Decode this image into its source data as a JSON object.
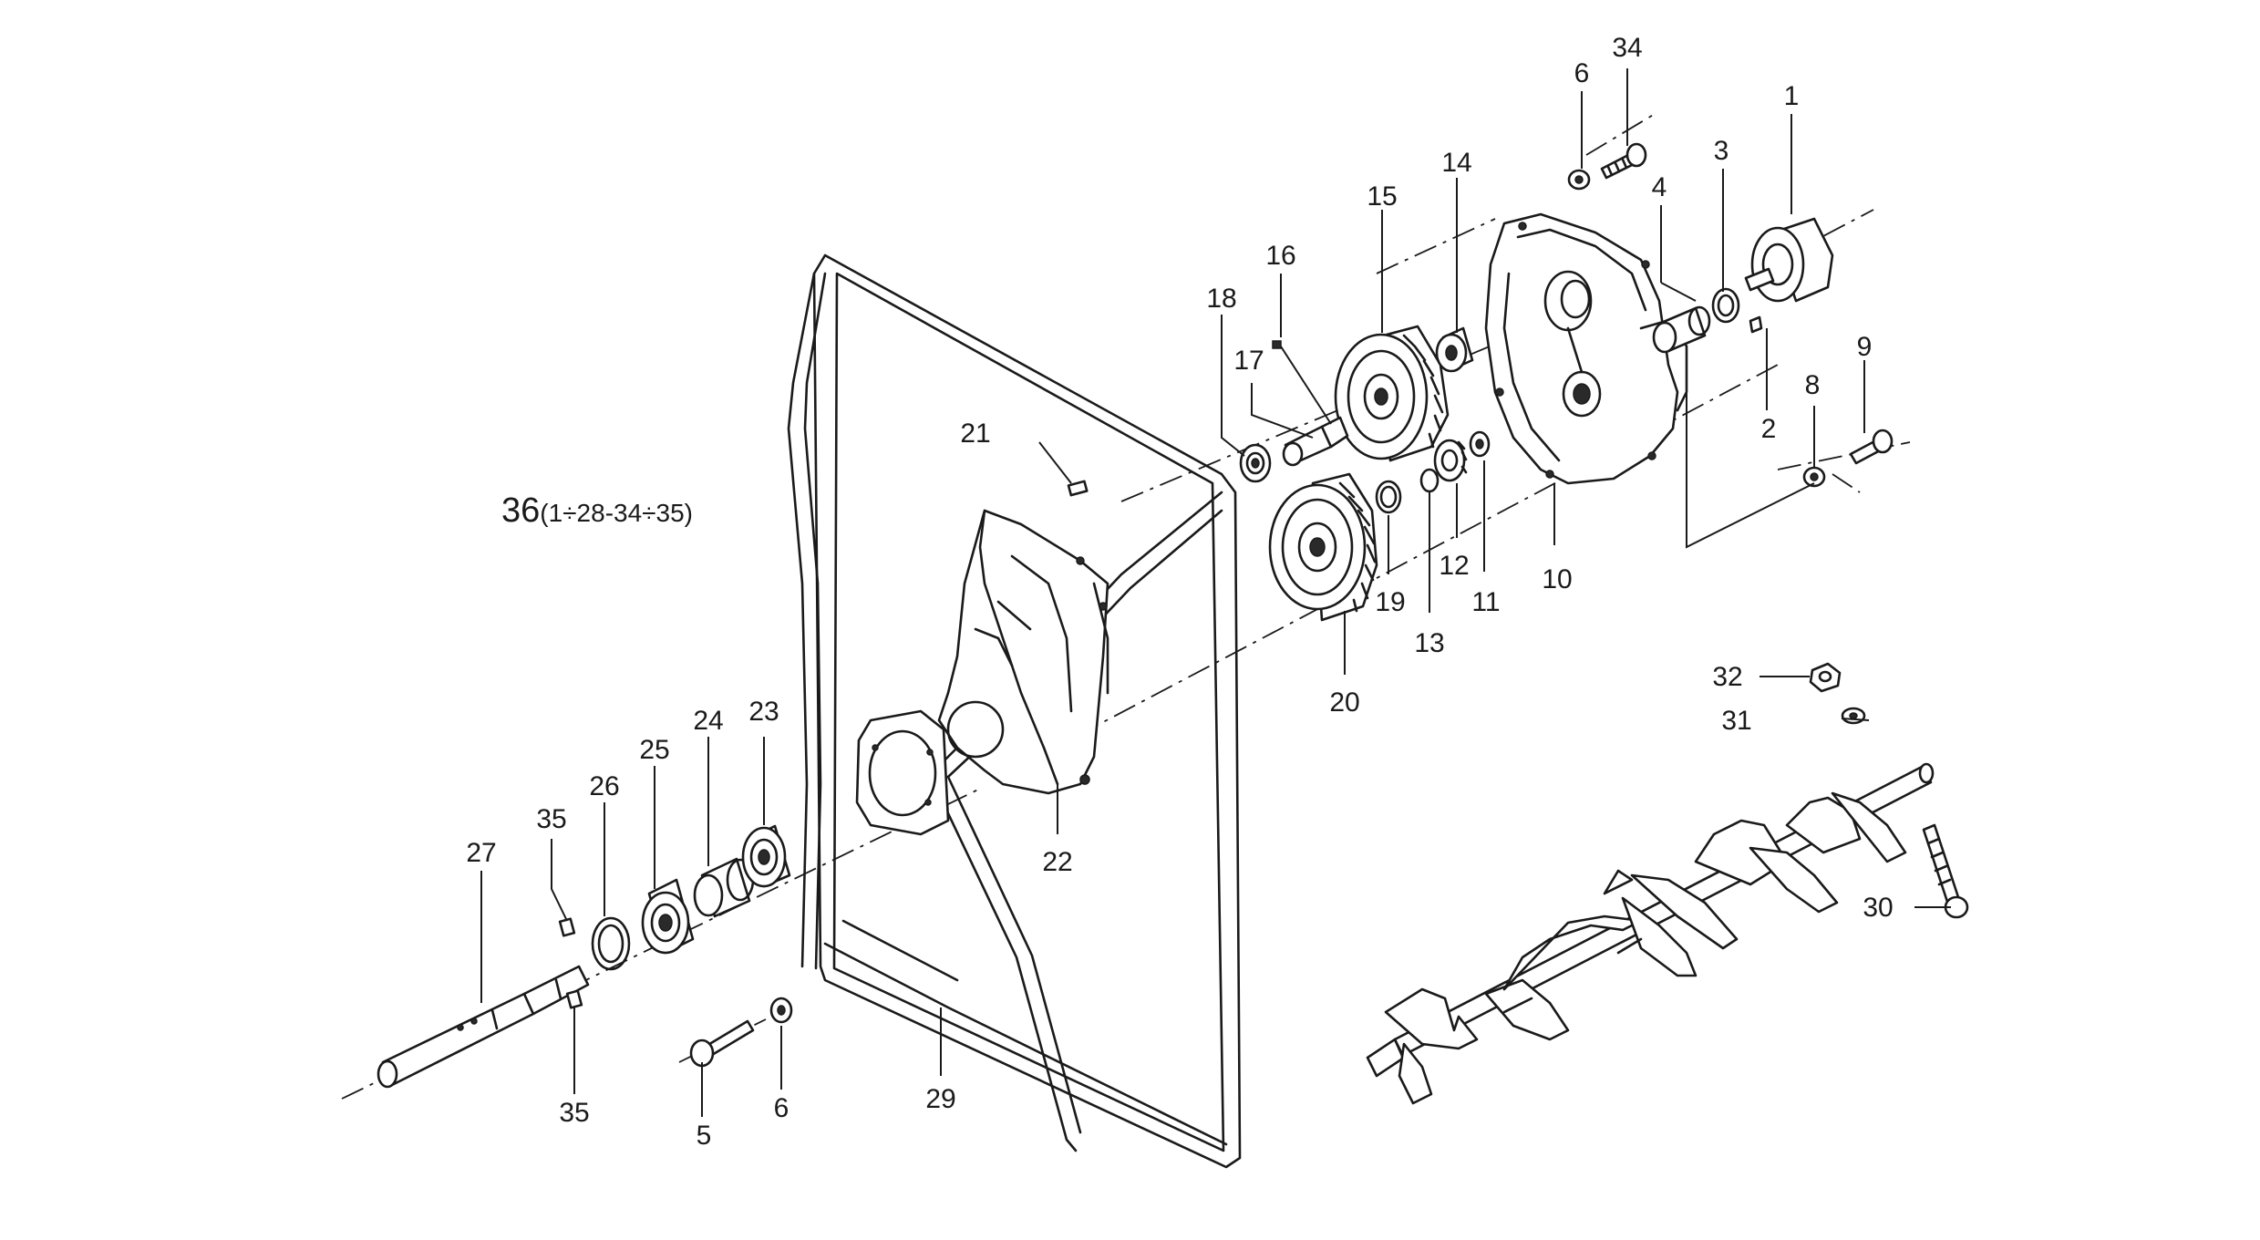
{
  "diagram": {
    "kit_label": {
      "main": "36",
      "sub": "(1÷28-34÷35)"
    },
    "callouts": [
      "1",
      "2",
      "3",
      "4",
      "5",
      "6",
      "6",
      "8",
      "9",
      "10",
      "11",
      "12",
      "13",
      "14",
      "15",
      "16",
      "17",
      "18",
      "19",
      "20",
      "21",
      "22",
      "23",
      "24",
      "25",
      "26",
      "27",
      "29",
      "30",
      "31",
      "32",
      "34",
      "35",
      "35"
    ],
    "parts": [
      "clutch-drum",
      "key",
      "circlip",
      "bushing",
      "bolt",
      "washer",
      "washer",
      "washer",
      "bolt",
      "gear-cover",
      "bearing",
      "pinion-gear",
      "circlip",
      "bearing",
      "gear",
      "key",
      "pinion-shaft",
      "bearing",
      "circlip",
      "gear",
      "key",
      "gearbox-housing",
      "bearing",
      "spacer",
      "bearing",
      "circlip",
      "output-shaft",
      "handle-frame",
      "auger-bolt",
      "washer",
      "nut",
      "bolt",
      "pin",
      "pin",
      "auger"
    ]
  }
}
